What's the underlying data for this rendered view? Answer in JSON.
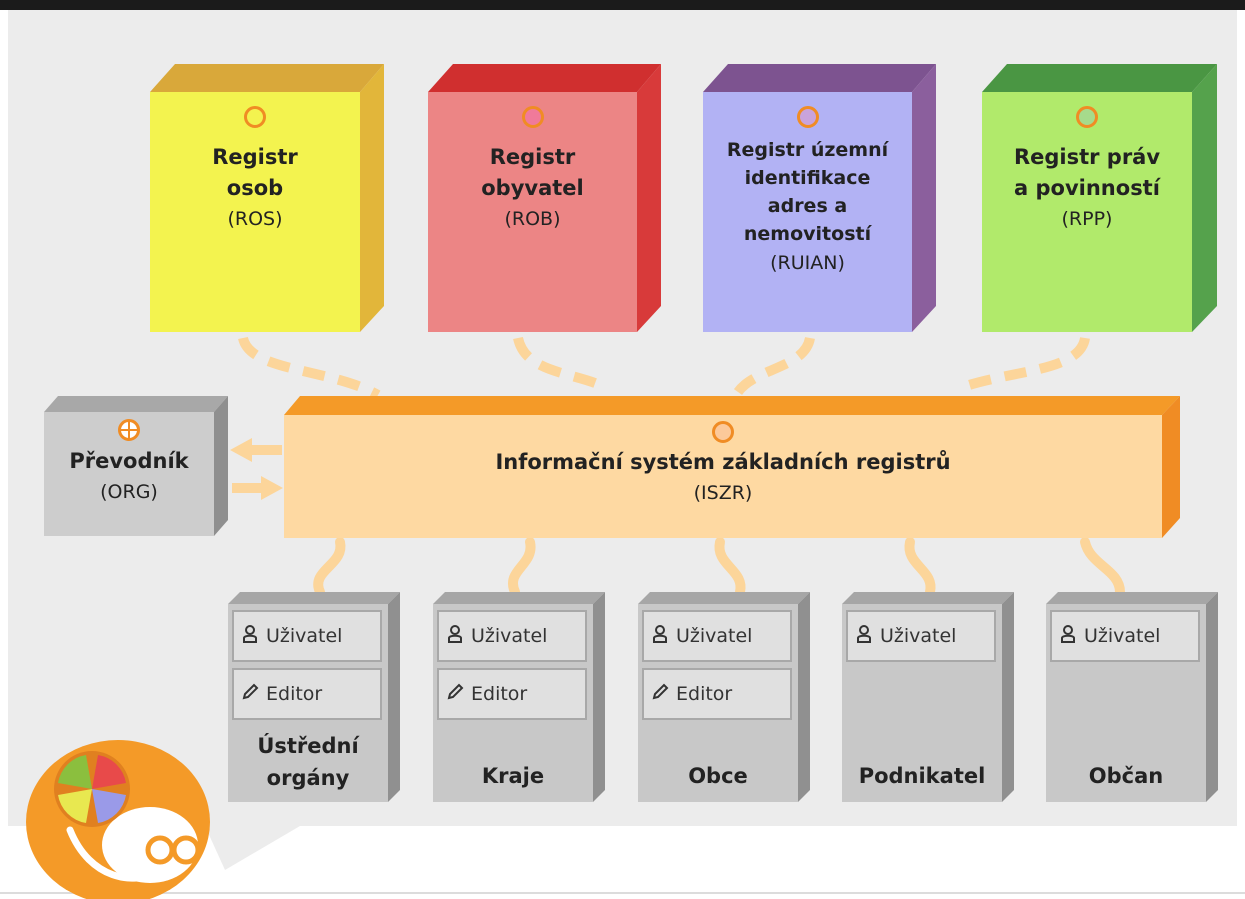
{
  "registers": [
    {
      "title": [
        "Registr",
        "osob"
      ],
      "abbr": "(ROS)",
      "color": "#f3f34f",
      "side": "#e2b63a",
      "ring_fill": "#f3f34f"
    },
    {
      "title": [
        "Registr",
        "obyvatel"
      ],
      "abbr": "(ROB)",
      "color": "#ec8585",
      "side": "#d83a3a",
      "ring_fill": "#ec8585"
    },
    {
      "title": [
        "Registr územní",
        "identifikace",
        "adres a",
        "nemovitostí"
      ],
      "abbr": "(RUIAN)",
      "color": "#b2b2f4",
      "side": "#8b5f9d",
      "ring_fill": "#c9a3dc"
    },
    {
      "title": [
        "Registr práv",
        "a povinností"
      ],
      "abbr": "(RPP)",
      "color": "#b1ea6b",
      "side": "#55a24c",
      "ring_fill": "#a6db8c"
    }
  ],
  "iszr": {
    "title": "Informační systém základních registrů",
    "abbr": "(ISZR)",
    "color": "#fed9a2",
    "side": "#f49a28"
  },
  "converter": {
    "title": "Převodník",
    "abbr": "(ORG)"
  },
  "clients": [
    {
      "name": [
        "Ústřední",
        "orgány"
      ],
      "roles": [
        "Uživatel",
        "Editor"
      ]
    },
    {
      "name": [
        "Kraje"
      ],
      "roles": [
        "Uživatel",
        "Editor"
      ]
    },
    {
      "name": [
        "Obce"
      ],
      "roles": [
        "Uživatel",
        "Editor"
      ]
    },
    {
      "name": [
        "Podnikatel"
      ],
      "roles": [
        "Uživatel"
      ]
    },
    {
      "name": [
        "Občan"
      ],
      "roles": [
        "Uživatel"
      ]
    }
  ],
  "icons": {
    "user": "user-icon",
    "editor": "pencil-icon"
  },
  "colors": {
    "accent": "#f08c24",
    "connector": "#fcd59a"
  }
}
